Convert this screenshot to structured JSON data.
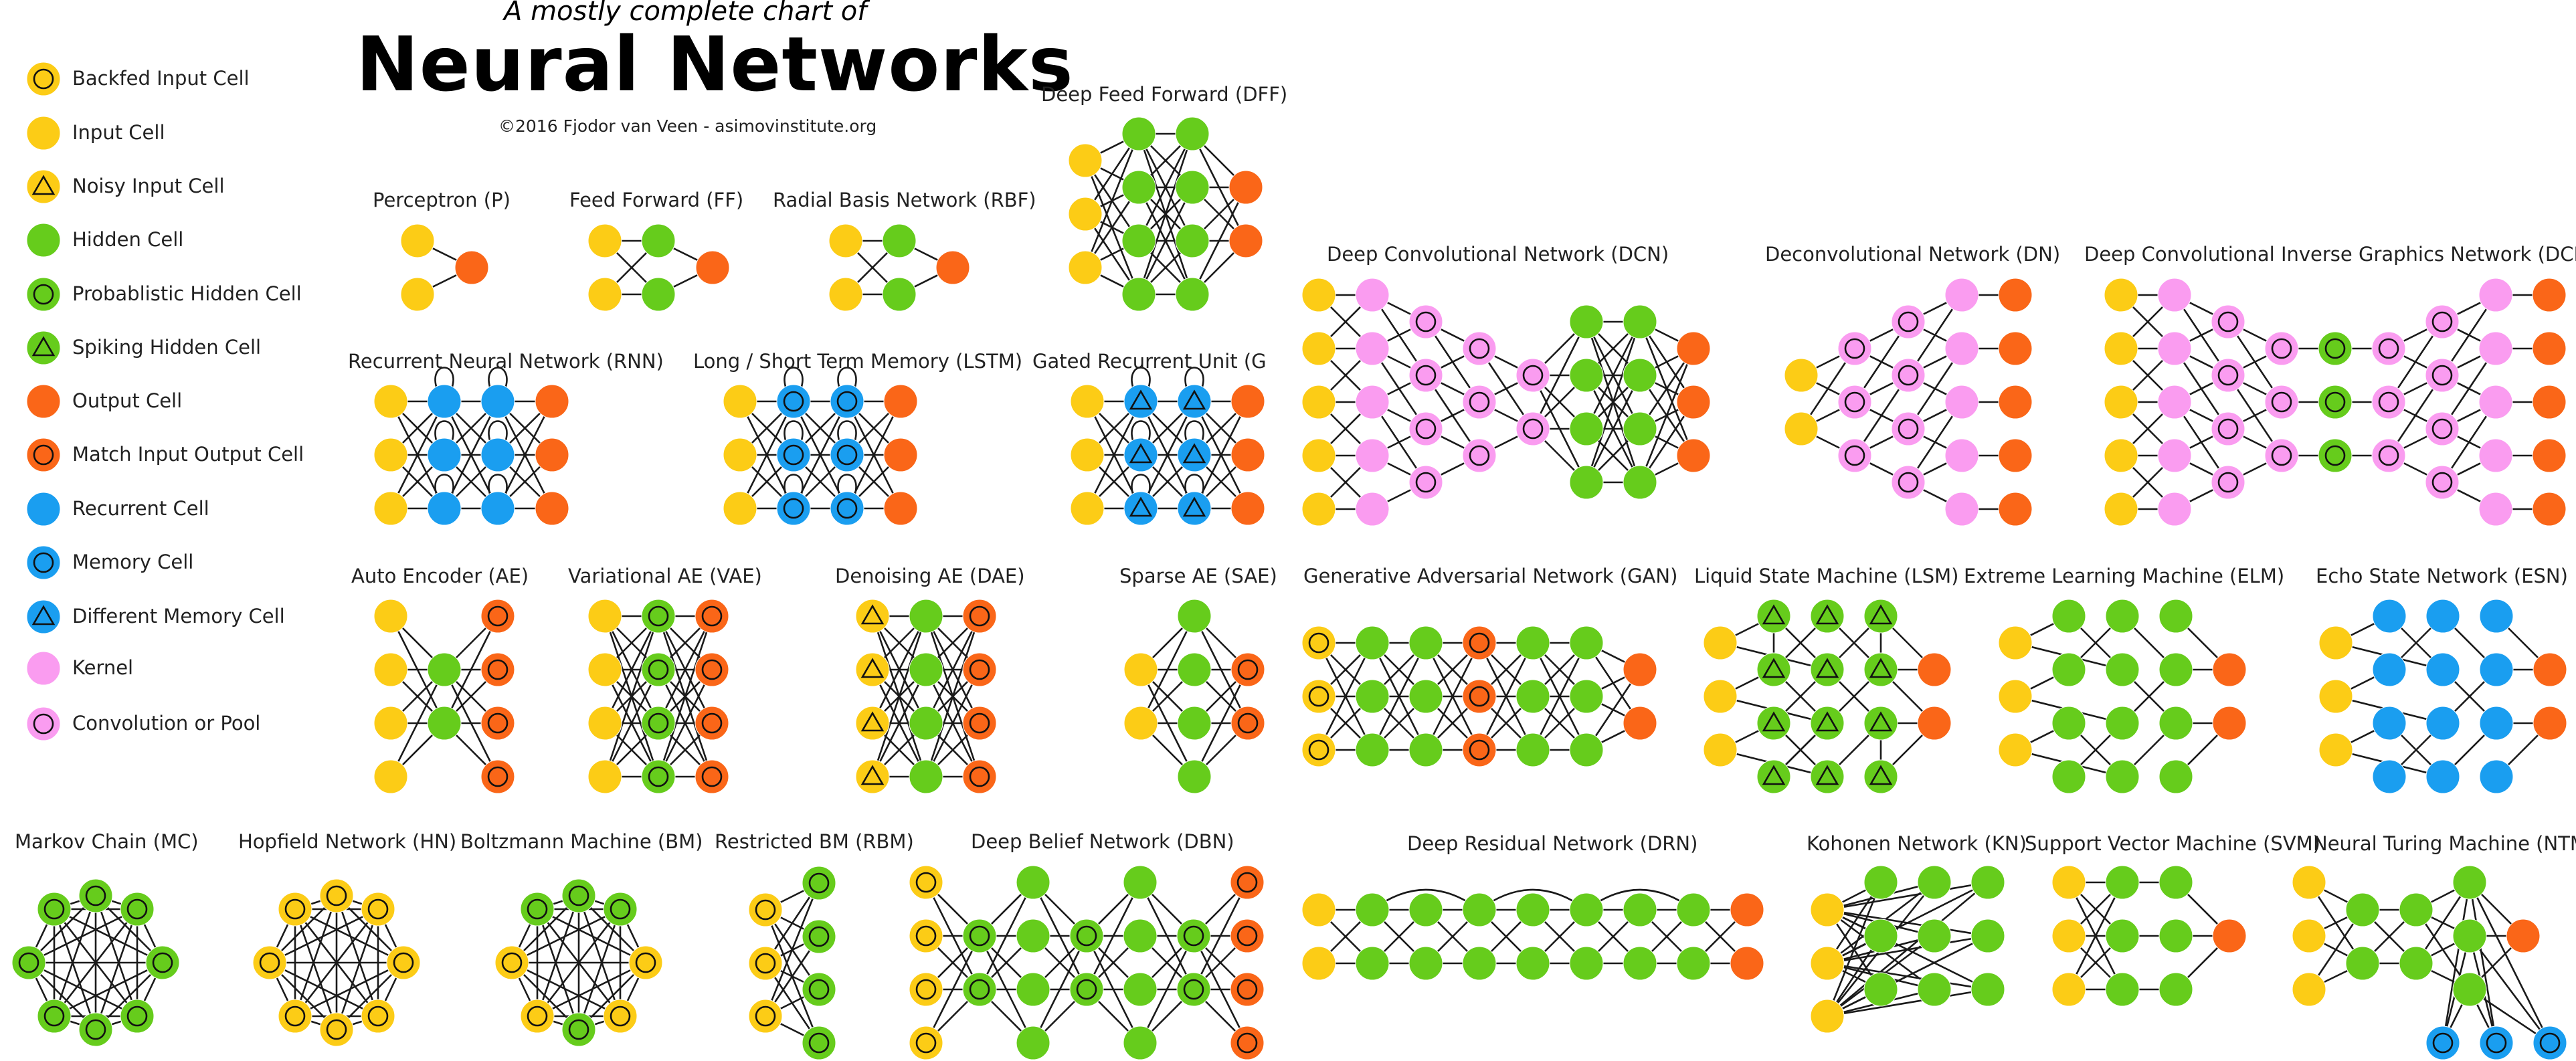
{
  "header": {
    "subtitle": "A mostly complete chart of",
    "title": "Neural Networks",
    "copyright": "©2016 Fjodor van Veen - asimovinstitute.org"
  },
  "colors": {
    "input": "#fccc16",
    "hidden": "#66cc1c",
    "output": "#fa6618",
    "recurrent": "#1a9ef0",
    "kernel": "#fa9cf0",
    "edge": "#1a1a1a"
  },
  "legend": {
    "items": [
      {
        "label": "Backfed Input Cell",
        "icon": "backfed-input-cell-icon"
      },
      {
        "label": "Input Cell",
        "icon": "input-cell-icon"
      },
      {
        "label": "Noisy Input Cell",
        "icon": "noisy-input-cell-icon"
      },
      {
        "label": "Hidden Cell",
        "icon": "hidden-cell-icon"
      },
      {
        "label": "Probablistic Hidden Cell",
        "icon": "probablistic-hidden-cell-icon"
      },
      {
        "label": "Spiking Hidden Cell",
        "icon": "spiking-hidden-cell-icon"
      },
      {
        "label": "Output Cell",
        "icon": "output-cell-icon"
      },
      {
        "label": "Match Input Output Cell",
        "icon": "match-input-output-cell-icon"
      },
      {
        "label": "Recurrent Cell",
        "icon": "recurrent-cell-icon"
      },
      {
        "label": "Memory Cell",
        "icon": "memory-cell-icon"
      },
      {
        "label": "Different Memory Cell",
        "icon": "different-memory-cell-icon"
      },
      {
        "label": "Kernel",
        "icon": "kernel-icon"
      },
      {
        "label": "Convolution or Pool",
        "icon": "convolution-or-pool-icon"
      }
    ]
  },
  "networks": {
    "p": "Perceptron (P)",
    "ff": "Feed Forward (FF)",
    "rbf": "Radial Basis Network (RBF)",
    "dff": "Deep Feed Forward (DFF)",
    "rnn": "Recurrent Neural Network (RNN)",
    "lstm": "Long / Short Term Memory (LSTM)",
    "gru": "Gated Recurrent Unit (GRU)",
    "dcn": "Deep Convolutional Network (DCN)",
    "dn": "Deconvolutional Network (DN)",
    "dcign": "Deep Convolutional Inverse Graphics Network (DCIGN)",
    "ae": "Auto Encoder (AE)",
    "vae": "Variational AE (VAE)",
    "dae": "Denoising AE (DAE)",
    "sae": "Sparse AE (SAE)",
    "gan": "Generative Adversarial Network (GAN)",
    "lsm": "Liquid State Machine (LSM)",
    "elm": "Extreme Learning Machine (ELM)",
    "esn": "Echo State Network (ESN)",
    "mc": "Markov Chain (MC)",
    "hn": "Hopfield Network (HN)",
    "bm": "Boltzmann Machine (BM)",
    "rbm": "Restricted BM (RBM)",
    "dbn": "Deep Belief Network (DBN)",
    "drn": "Deep Residual Network (DRN)",
    "kn": "Kohonen Network (KN)",
    "svm": "Support Vector Machine (SVM)",
    "ntm": "Neural Turing Machine (NTM)"
  }
}
